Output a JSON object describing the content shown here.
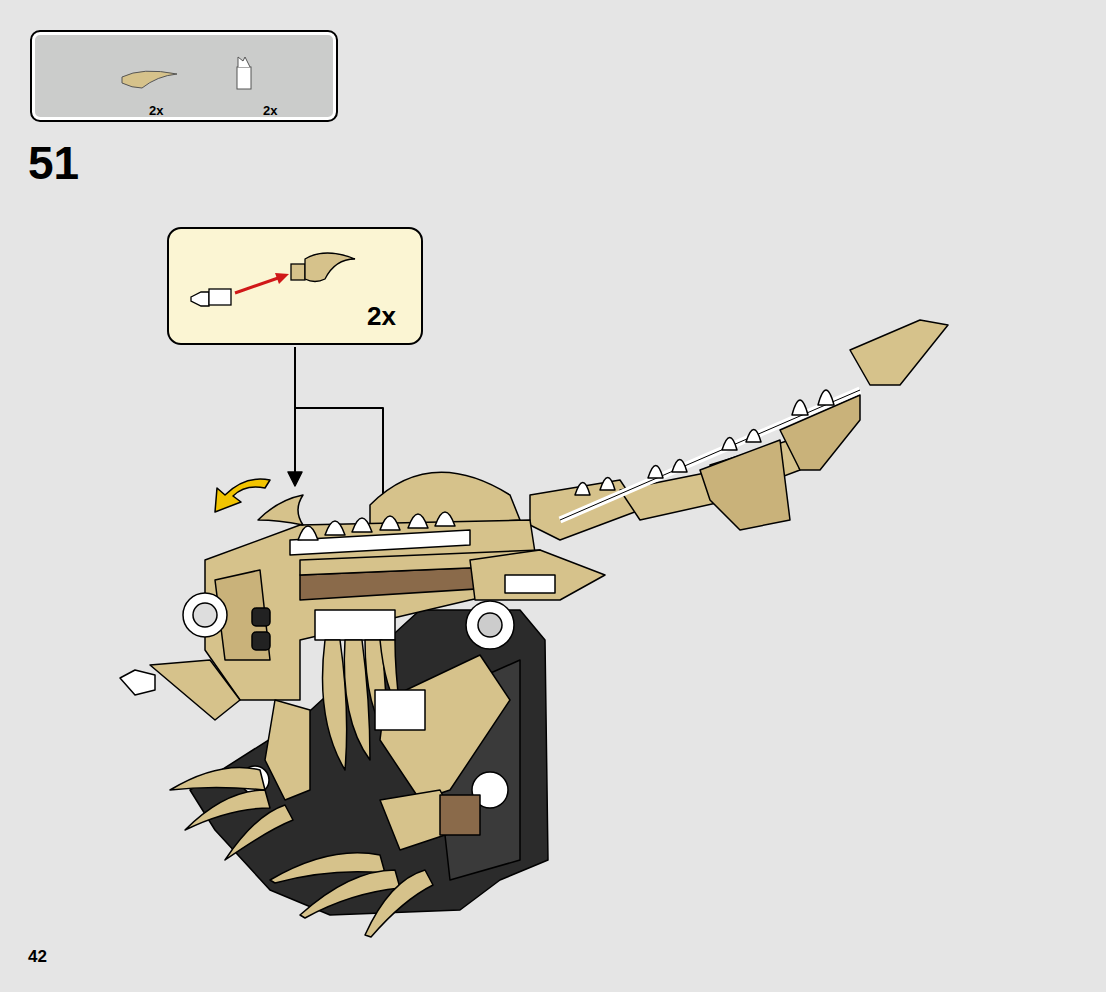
{
  "diagram": {
    "nodes": [
      {
        "text": [
          "2x",
          "2x"
        ]
      },
      {
        "text": [
          "2x"
        ]
      }
    ],
    "labels": [
      "51",
      "42"
    ]
  }
}
